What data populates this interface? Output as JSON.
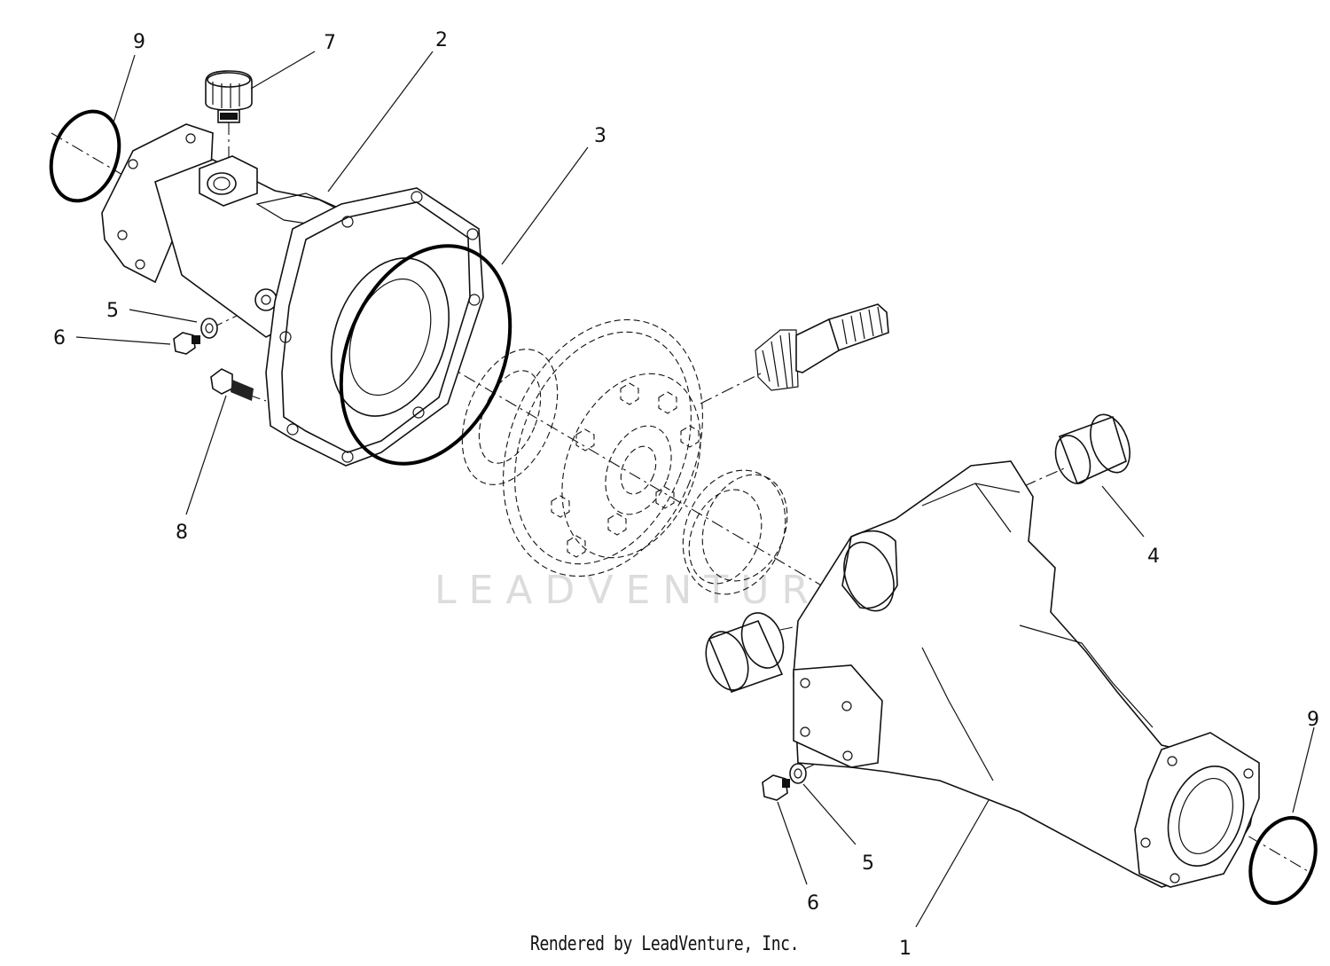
{
  "diagram": {
    "callouts": [
      {
        "id": "c9a",
        "label": "9"
      },
      {
        "id": "c7",
        "label": "7"
      },
      {
        "id": "c2",
        "label": "2"
      },
      {
        "id": "c3",
        "label": "3"
      },
      {
        "id": "c5a",
        "label": "5"
      },
      {
        "id": "c6a",
        "label": "6"
      },
      {
        "id": "c8",
        "label": "8"
      },
      {
        "id": "c4",
        "label": "4"
      },
      {
        "id": "c9b",
        "label": "9"
      },
      {
        "id": "c5b",
        "label": "5"
      },
      {
        "id": "c6b",
        "label": "6"
      },
      {
        "id": "c1",
        "label": "1"
      }
    ],
    "watermark": "LEADVENTURE",
    "footer": "Rendered by LeadVenture, Inc."
  }
}
